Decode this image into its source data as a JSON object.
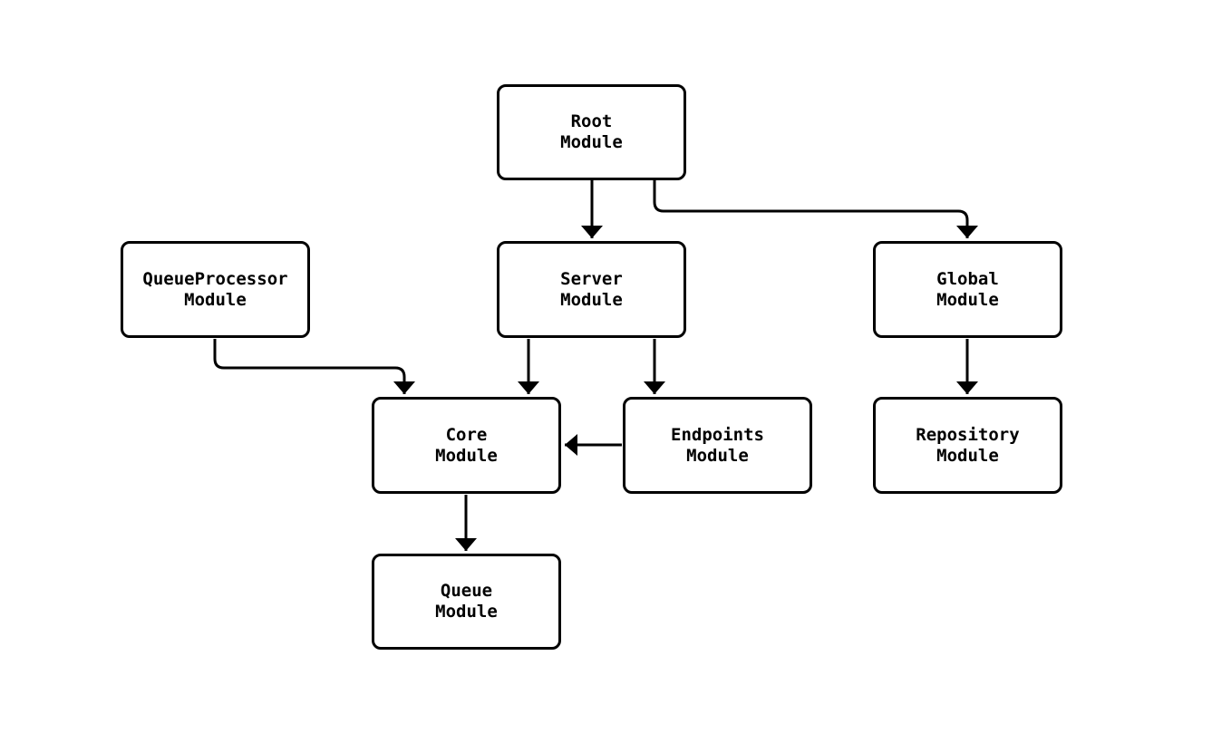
{
  "diagram": {
    "type": "module-dependency-flowchart",
    "background_color": "#ffffff",
    "node_fill_color": "#ffffff",
    "node_border_color": "#000000",
    "edge_color": "#000000",
    "text_color": "#000000",
    "nodes": {
      "root": {
        "label": "Root\nModule"
      },
      "queueprocessor": {
        "label": "QueueProcessor\nModule"
      },
      "server": {
        "label": "Server\nModule"
      },
      "global": {
        "label": "Global\nModule"
      },
      "core": {
        "label": "Core\nModule"
      },
      "endpoints": {
        "label": "Endpoints\nModule"
      },
      "repository": {
        "label": "Repository\nModule"
      },
      "queue": {
        "label": "Queue\nModule"
      }
    },
    "edges": [
      {
        "from": "root",
        "to": "server"
      },
      {
        "from": "root",
        "to": "global"
      },
      {
        "from": "queueprocessor",
        "to": "core"
      },
      {
        "from": "server",
        "to": "core"
      },
      {
        "from": "server",
        "to": "endpoints"
      },
      {
        "from": "endpoints",
        "to": "core"
      },
      {
        "from": "global",
        "to": "repository"
      },
      {
        "from": "core",
        "to": "queue"
      }
    ]
  }
}
